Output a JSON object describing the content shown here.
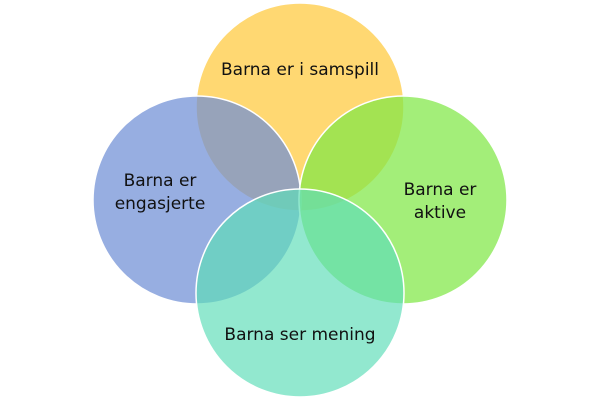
{
  "diagram": {
    "type": "venn",
    "sets": [
      {
        "id": "samspill",
        "lines": [
          "Barna er i samspill"
        ],
        "color": "#FFC93C"
      },
      {
        "id": "engasjerte",
        "lines": [
          "Barna er",
          "engasjerte"
        ],
        "color": "#6F8FD6"
      },
      {
        "id": "aktive",
        "lines": [
          "Barna er",
          "aktive"
        ],
        "color": "#7FE845"
      },
      {
        "id": "mening",
        "lines": [
          "Barna ser mening"
        ],
        "color": "#5FDDB8"
      }
    ]
  }
}
